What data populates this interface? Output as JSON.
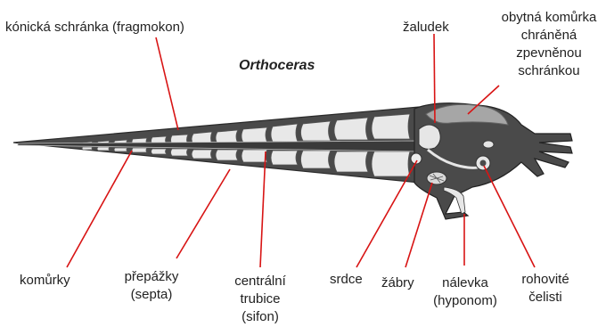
{
  "title": "Orthoceras",
  "labels": {
    "shell": "kónická schránka (fragmokon)",
    "stomach": "žaludek",
    "chamber_l1": "obytná komůrka",
    "chamber_l2": "chráněná",
    "chamber_l3": "zpevněnou",
    "chamber_l4": "schránkou",
    "chambers": "komůrky",
    "septa_l1": "přepážky",
    "septa_l2": "(septa)",
    "tube_l1": "centrální",
    "tube_l2": "trubice",
    "tube_l3": "(sifon)",
    "heart": "srdce",
    "gills": "žábry",
    "funnel_l1": "nálevka",
    "funnel_l2": "(hyponom)",
    "jaws_l1": "rohovité",
    "jaws_l2": "čelisti"
  },
  "colors": {
    "pointer": "#d81414",
    "body": "#4a4a4a",
    "septa": "#e6e6e6",
    "mantle": "#a6a6a6"
  }
}
